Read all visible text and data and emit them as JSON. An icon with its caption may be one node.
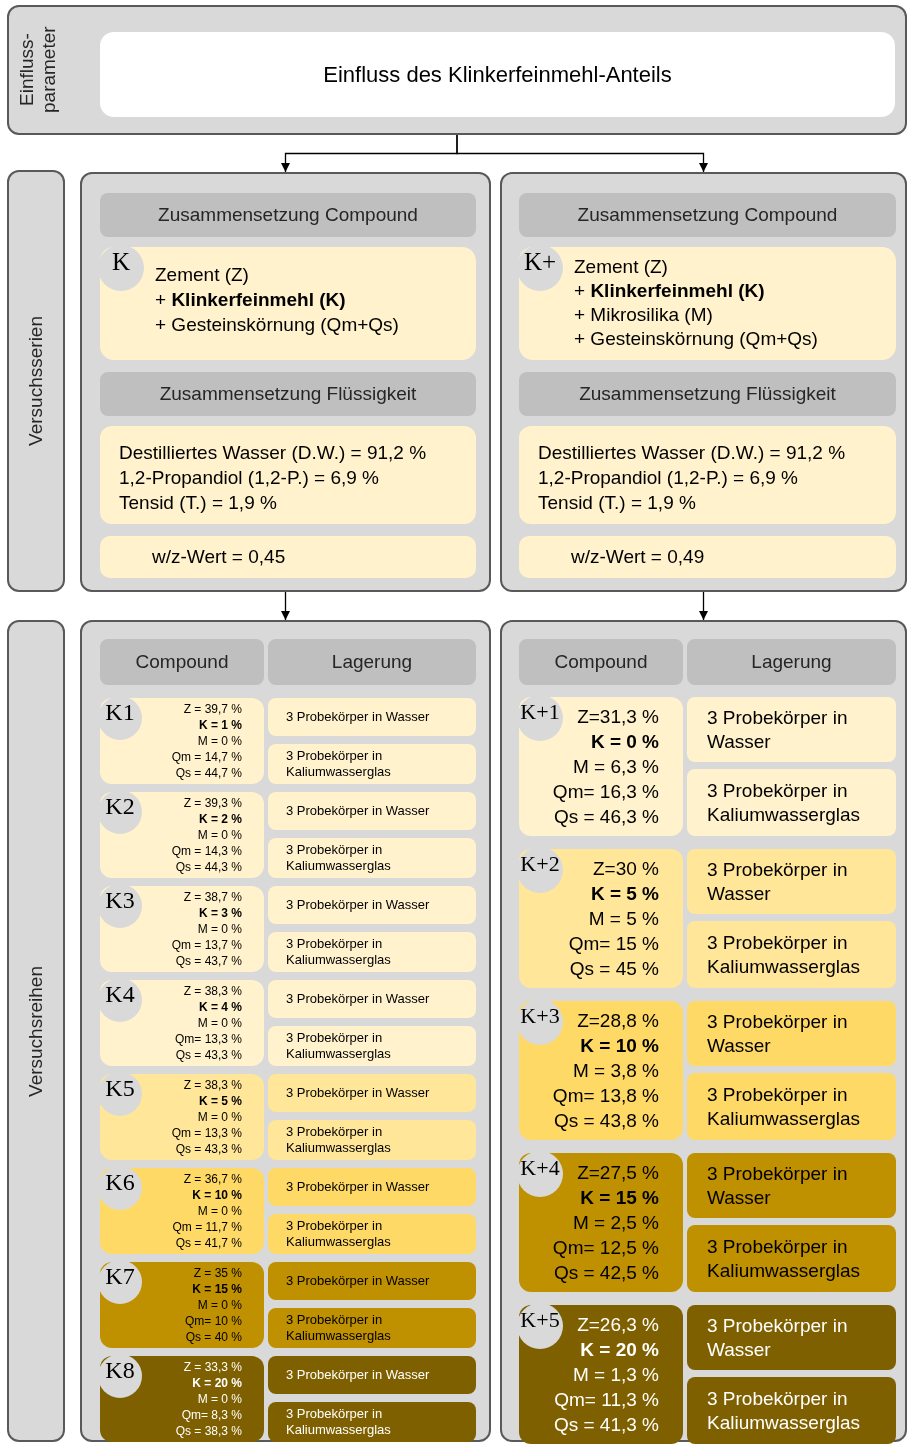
{
  "diagram": {
    "nodes": [
      {
        "text": [
          "Einfluss- parameter"
        ]
      },
      {
        "text": [
          "Einfluss des Klinkerfeinmehl-Anteils"
        ],
        "in": 0
      },
      {
        "text": [
          "Versuchsserien"
        ]
      },
      {
        "text": [],
        "shape": "box"
      },
      {
        "text": [
          "Zusammensetzung Compound"
        ],
        "in": 3
      },
      {
        "text": [
          "K",
          "Zement (Z)",
          "+ **Klinkerfeinmehl (K)**",
          "+ Gesteinskörnung (Qm+Qs)"
        ],
        "in": 3
      },
      {
        "text": [
          "Zusammensetzung Flüssigkeit"
        ],
        "in": 3
      },
      {
        "text": [
          "Destilliertes Wasser (D.W.) = 91,2 %",
          "1,2-Propandiol (1,2-P.) = 6,9 %",
          "Tensid (T.) = 1,9 %"
        ],
        "in": 3
      },
      {
        "text": [
          "w/z-Wert = 0,45"
        ],
        "in": 3
      },
      {
        "text": [],
        "shape": "box"
      },
      {
        "text": [
          "Zusammensetzung Compound"
        ],
        "in": 9
      },
      {
        "text": [
          "K+",
          "Zement (Z)",
          "+ **Klinkerfeinmehl (K)**",
          "+ Mikrosilika (M)",
          "+ Gesteinskörnung (Qm+Qs)"
        ],
        "in": 9
      },
      {
        "text": [
          "Zusammensetzung Flüssigkeit"
        ],
        "in": 9
      },
      {
        "text": [
          "Destilliertes Wasser (D.W.) = 91,2 %",
          "1,2-Propandiol (1,2-P.) = 6,9 %",
          "Tensid (T.) = 1,9 %"
        ],
        "in": 9
      },
      {
        "text": [
          "w/z-Wert = 0,49"
        ],
        "in": 9
      },
      {
        "text": [
          "Versuchsreihen"
        ]
      },
      {
        "text": [],
        "shape": "box"
      },
      {
        "text": [
          "Compound"
        ],
        "in": 16
      },
      {
        "text": [
          "Lagerung"
        ],
        "in": 16
      },
      {
        "text": [
          "K1",
          "Z = 39,7 %",
          "K = 1 %",
          "M = 0 %",
          "Qm = 14,7 %",
          "Qs = 44,7 %"
        ],
        "in": 16
      },
      {
        "text": [
          "3 Probekörper in Wasser"
        ],
        "in": 16
      },
      {
        "text": [
          "3 Probekörper in Kaliumwasserglas"
        ],
        "in": 16
      },
      {
        "text": [
          "K2",
          "Z = 39,3 %",
          "K = 2 %",
          "M = 0 %",
          "Qm = 14,3 %",
          "Qs = 44,3 %"
        ],
        "in": 16
      },
      {
        "text": [
          "3 Probekörper in Wasser"
        ],
        "in": 16
      },
      {
        "text": [
          "3 Probekörper in Kaliumwasserglas"
        ],
        "in": 16
      },
      {
        "text": [
          "K3",
          "Z = 38,7 %",
          "K = 3 %",
          "M = 0 %",
          "Qm = 13,7 %",
          "Qs = 43,7 %"
        ],
        "in": 16
      },
      {
        "text": [
          "3 Probekörper in Wasser"
        ],
        "in": 16
      },
      {
        "text": [
          "3 Probekörper in Kaliumwasserglas"
        ],
        "in": 16
      },
      {
        "text": [
          "K4",
          "Z = 38,3 %",
          "K = 4 %",
          "M = 0 %",
          "Qm= 13,3 %",
          "Qs = 43,3 %"
        ],
        "in": 16
      },
      {
        "text": [
          "3 Probekörper in Wasser"
        ],
        "in": 16
      },
      {
        "text": [
          "3 Probekörper in Kaliumwasserglas"
        ],
        "in": 16
      },
      {
        "text": [
          "K5",
          "Z = 38,3 %",
          "K = 5 %",
          "M = 0 %",
          "Qm = 13,3 %",
          "Qs = 43,3 %"
        ],
        "in": 16
      },
      {
        "text": [
          "3 Probekörper in Wasser"
        ],
        "in": 16
      },
      {
        "text": [
          "3 Probekörper in Kaliumwasserglas"
        ],
        "in": 16
      },
      {
        "text": [
          "K6",
          "Z = 36,7 %",
          "K = 10 %",
          "M = 0 %",
          "Qm = 11,7 %",
          "Qs = 41,7 %"
        ],
        "in": 16
      },
      {
        "text": [
          "3 Probekörper in Wasser"
        ],
        "in": 16
      },
      {
        "text": [
          "3 Probekörper in Kaliumwasserglas"
        ],
        "in": 16
      },
      {
        "text": [
          "K7",
          "Z = 35 %",
          "K = 15 %",
          "M = 0 %",
          "Qm= 10 %",
          "Qs = 40 %"
        ],
        "in": 16
      },
      {
        "text": [
          "3 Probekörper in Wasser"
        ],
        "in": 16
      },
      {
        "text": [
          "3 Probekörper in Kaliumwasserglas"
        ],
        "in": 16
      },
      {
        "text": [
          "K8",
          "Z = 33,3 %",
          "K = 20 %",
          "M = 0 %",
          "Qm= 8,3 %",
          "Qs = 38,3 %"
        ],
        "in": 16
      },
      {
        "text": [
          "3 Probekörper in Wasser"
        ],
        "in": 16
      },
      {
        "text": [
          "3 Probekörper in Kaliumwasserglas"
        ],
        "in": 16
      },
      {
        "text": [],
        "shape": "box"
      },
      {
        "text": [
          "Compound"
        ],
        "in": 43
      },
      {
        "text": [
          "Lagerung"
        ],
        "in": 43
      },
      {
        "text": [
          "K+1",
          "Z=31,3 %",
          "K = 0 %",
          "M = 6,3 %",
          "Qm= 16,3 %",
          "Qs = 46,3 %"
        ],
        "in": 43
      },
      {
        "text": [
          "3 Probekörper in Wasser"
        ],
        "in": 43
      },
      {
        "text": [
          "3 Probekörper in Kaliumwasserglas"
        ],
        "in": 43
      },
      {
        "text": [
          "K+2",
          "Z=30 %",
          "K = 5 %",
          "M = 5 %",
          "Qm= 15 %",
          "Qs = 45 %"
        ],
        "in": 43
      },
      {
        "text": [
          "3 Probekörper in Wasser"
        ],
        "in": 43
      },
      {
        "text": [
          "3 Probekörper in Kaliumwasserglas"
        ],
        "in": 43
      },
      {
        "text": [
          "K+3",
          "Z=28,8 %",
          "K = 10 %",
          "M = 3,8 %",
          "Qm= 13,8 %",
          "Qs = 43,8 %"
        ],
        "in": 43
      },
      {
        "text": [
          "3 Probekörper in Wasser"
        ],
        "in": 43
      },
      {
        "text": [
          "3 Probekörper in Kaliumwasserglas"
        ],
        "in": 43
      },
      {
        "text": [
          "K+4",
          "Z=27,5 %",
          "K = 15 %",
          "M = 2,5 %",
          "Qm= 12,5 %",
          "Qs = 42,5 %"
        ],
        "in": 43
      },
      {
        "text": [
          "3 Probekörper in Wasser"
        ],
        "in": 43
      },
      {
        "text": [
          "3 Probekörper in Kaliumwasserglas"
        ],
        "in": 43
      },
      {
        "text": [
          "K+5",
          "Z=26,3 %",
          "K = 20 %",
          "M = 1,3 %",
          "Qm= 11,3 %",
          "Qs = 41,3 %"
        ],
        "in": 43
      },
      {
        "text": [
          "3 Probekörper in Wasser"
        ],
        "in": 43
      },
      {
        "text": [
          "3 Probekörper in Kaliumwasserglas"
        ],
        "in": 43
      }
    ],
    "edges": [
      {
        "from": 0,
        "to": 3,
        "arrow": "to"
      },
      {
        "from": 0,
        "to": 9,
        "arrow": "to"
      },
      {
        "from": 3,
        "to": 16,
        "arrow": "to"
      },
      {
        "from": 9,
        "to": 43,
        "arrow": "to"
      }
    ]
  }
}
